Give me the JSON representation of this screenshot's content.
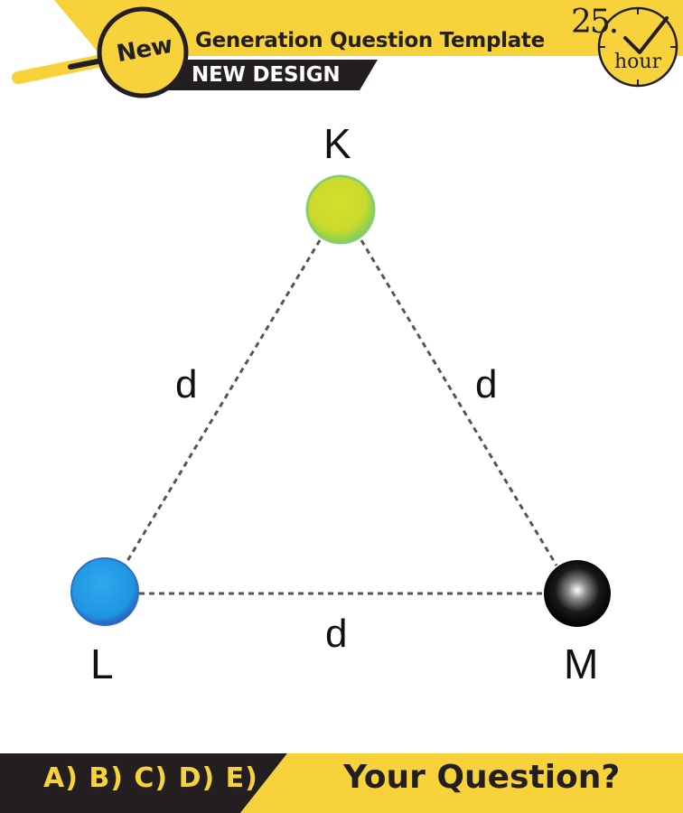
{
  "header": {
    "badge": "New",
    "title": "Generation Question Template",
    "subtitle": "NEW DESIGN",
    "clock_number": "25.",
    "clock_unit": "hour"
  },
  "diagram": {
    "nodes": [
      {
        "id": "K",
        "label": "K",
        "color": "#cfdc2a"
      },
      {
        "id": "L",
        "label": "L",
        "color": "#2a9fe6"
      },
      {
        "id": "M",
        "label": "M",
        "color": "#111111"
      }
    ],
    "edges": [
      {
        "from": "K",
        "to": "L",
        "label": "d"
      },
      {
        "from": "K",
        "to": "M",
        "label": "d"
      },
      {
        "from": "L",
        "to": "M",
        "label": "d"
      }
    ]
  },
  "footer": {
    "answers": "A) B) C) D) E)",
    "question": "Your Question?"
  },
  "colors": {
    "accent_yellow": "#f8d23a",
    "dark": "#231f20"
  }
}
